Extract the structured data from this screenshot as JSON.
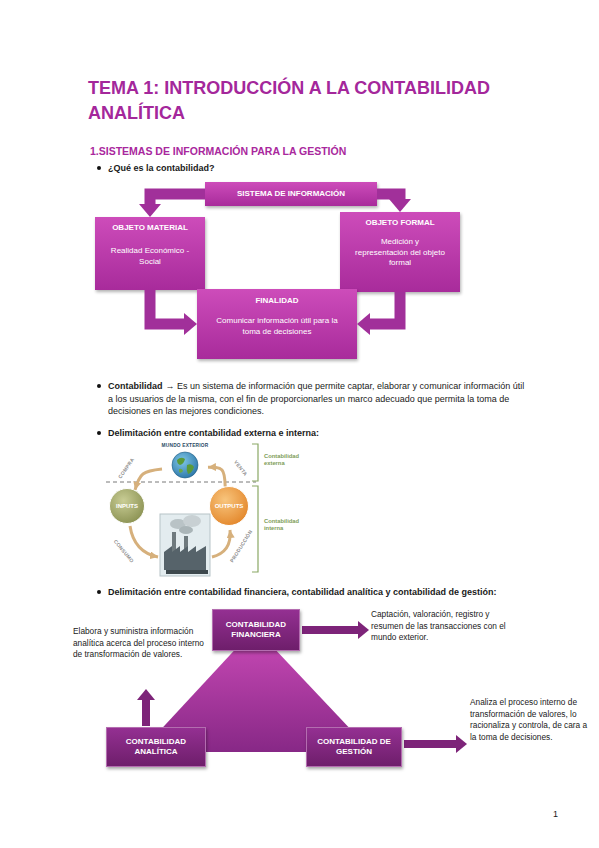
{
  "diagram": {
    "title": "TEMA 1: INTRODUCCIÓN A LA CONTABILIDAD ANALÍTICA",
    "nodes": [
      {
        "text": [
          "SISTEMA DE INFORMACIÓN"
        ]
      },
      {
        "text": [
          "OBJETO MATERIAL",
          "Realidad Económico - Social"
        ]
      },
      {
        "text": [
          "OBJETO FORMAL",
          "Medición y representación del objeto formal"
        ]
      },
      {
        "text": [
          "FINALIDAD",
          "Comunicar información útil para la toma de decisiones"
        ]
      },
      {
        "text": [
          "MUNDO EXTERIOR"
        ]
      },
      {
        "text": [
          "INPUTS"
        ]
      },
      {
        "text": [
          "OUTPUTS"
        ]
      },
      {
        "text": [
          "CONTABILIDAD FINANCIERA"
        ]
      },
      {
        "text": [
          "CONTABILIDAD ANALÍTICA"
        ]
      },
      {
        "text": [
          "CONTABILIDAD DE GESTIÓN"
        ]
      }
    ],
    "edges": [
      {
        "from": 0,
        "to": 1,
        "arrow": "to"
      },
      {
        "from": 0,
        "to": 2,
        "arrow": "to"
      },
      {
        "from": 1,
        "to": 3,
        "arrow": "to"
      },
      {
        "from": 2,
        "to": 3,
        "arrow": "to"
      },
      {
        "from": 4,
        "to": 5,
        "label": "COMPRA",
        "arrow": "to"
      },
      {
        "from": 6,
        "to": 4,
        "label": "VENTA",
        "arrow": "to"
      }
    ],
    "labels": [
      "1.SISTEMAS DE INFORMACIÓN PARA LA GESTIÓN",
      "¿Qué es la contabilidad?",
      "Contabilidad",
      "→ Es un sistema de información que permite captar, elaborar y comunicar información útil a los usuarios de la misma, con el fin de proporcionarles un marco adecuado que permita la toma de decisiones en las mejores condiciones.",
      "Delimitación entre contabilidad externa e interna:",
      "CONSUMO",
      "PRODUCCIÓN",
      "Contabilidad externa",
      "Contabilidad interna",
      "Delimitación entre contabilidad financiera, contabilidad analítica y contabilidad de gestión:",
      "Captación, valoración, registro y resumen de las transacciones con el mundo exterior.",
      "Elabora y suministra información analítica acerca del proceso interno de transformación de valores.",
      "Analiza el proceso interno de transformación de valores, lo racionaliza y controla, de cara a la toma de decisiones.",
      "1"
    ]
  }
}
